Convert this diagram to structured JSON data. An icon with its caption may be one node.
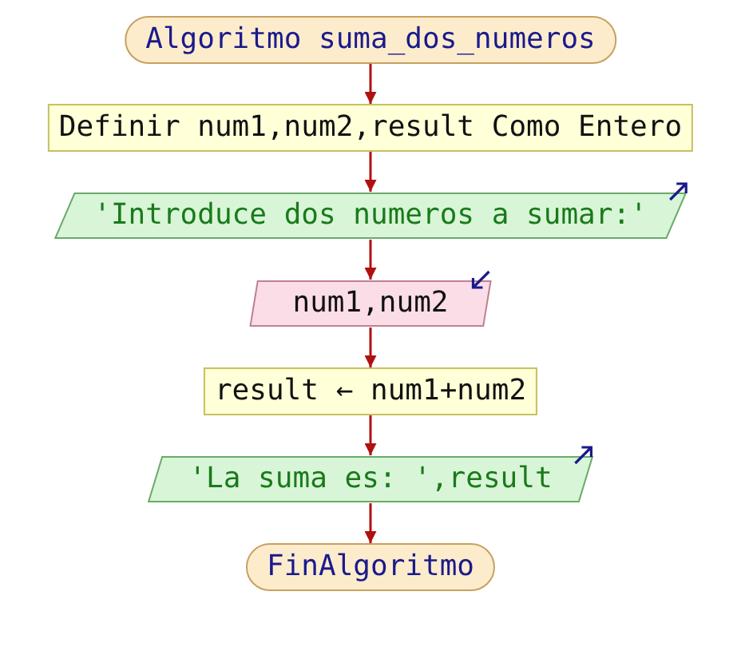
{
  "diagram": {
    "nodes": [
      {
        "text": [
          "Algoritmo suma_dos_numeros"
        ]
      },
      {
        "text": [
          "Definir num1,num2,result Como Entero"
        ]
      },
      {
        "text": [
          "'Introduce dos numeros a sumar:'"
        ]
      },
      {
        "text": [
          "num1,num2"
        ]
      },
      {
        "text": [
          "result ← num1+num2"
        ]
      },
      {
        "text": [
          "'La suma es: ',result"
        ]
      },
      {
        "text": [
          "FinAlgoritmo"
        ]
      }
    ],
    "edges": [
      {
        "from": 0,
        "to": 1,
        "arrow": "to"
      },
      {
        "from": 1,
        "to": 2,
        "arrow": "to"
      },
      {
        "from": 2,
        "to": 3,
        "arrow": "to"
      },
      {
        "from": 3,
        "to": 4,
        "arrow": "to"
      },
      {
        "from": 4,
        "to": 5,
        "arrow": "to"
      },
      {
        "from": 5,
        "to": 6,
        "arrow": "to"
      }
    ]
  }
}
